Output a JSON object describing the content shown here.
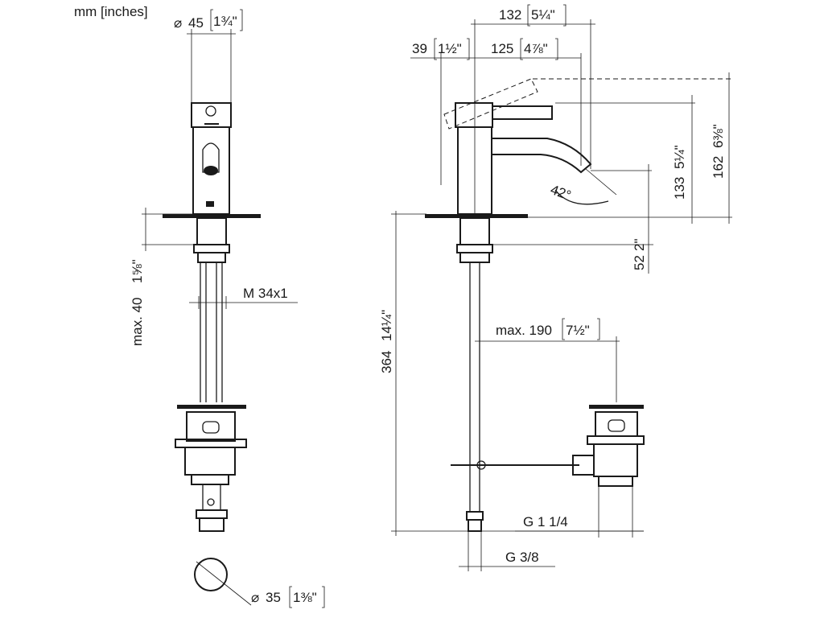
{
  "units_note": "mm [inches]",
  "dimensions": {
    "spout_diameter": {
      "symbol": "⌀",
      "mm": "45",
      "inch": "1¾\""
    },
    "shank_max": {
      "mm": "max. 40",
      "inch": "1⅝\""
    },
    "thread_shank": "M 34x1",
    "hole_diameter": {
      "symbol": "⌀",
      "mm": "35",
      "inch": "1⅜\""
    },
    "total_reach": {
      "mm": "132",
      "inch": "5¼\""
    },
    "lever_offset": {
      "mm": "39",
      "inch": "1½\""
    },
    "spout_reach": {
      "mm": "125",
      "inch": "4⅞\""
    },
    "spout_angle": "42°",
    "outlet_height": {
      "mm": "133",
      "inch": "5¼\""
    },
    "overall_height": {
      "mm": "162",
      "inch": "6⅜\""
    },
    "base_height": {
      "mm": "52",
      "inch": "2\""
    },
    "total_depth": {
      "mm": "364",
      "inch": "14¼\""
    },
    "waste_reach": {
      "mm": "max. 190",
      "inch": "7½\""
    },
    "waste_thread": "G 1 1/4",
    "supply_thread": "G 3/8"
  }
}
